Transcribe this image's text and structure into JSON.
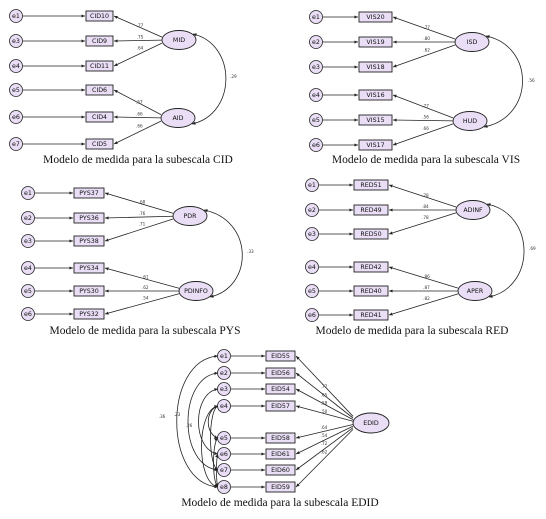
{
  "diagrams": [
    {
      "id": "cid",
      "caption": "Modelo de medida para la subescala CID",
      "latents": [
        {
          "name": "MID",
          "indicators": [
            {
              "error": "e1",
              "item": "CID10",
              "loading": ".77"
            },
            {
              "error": "e3",
              "item": "CID9",
              "loading": ".75"
            },
            {
              "error": "e4",
              "item": "CID11",
              "loading": ".64"
            }
          ]
        },
        {
          "name": "AID",
          "indicators": [
            {
              "error": "e5",
              "item": "CID6",
              "loading": ".57"
            },
            {
              "error": "e6",
              "item": "CID4",
              "loading": ".66"
            },
            {
              "error": "e7",
              "item": "CID5",
              "loading": ".66"
            }
          ]
        }
      ],
      "correlation": ".29"
    },
    {
      "id": "vis",
      "caption": "Modelo de medida para la subescala VIS",
      "latents": [
        {
          "name": "ISD",
          "indicators": [
            {
              "error": "e1",
              "item": "VIS20",
              "loading": ".77"
            },
            {
              "error": "e2",
              "item": "VIS19",
              "loading": ".80"
            },
            {
              "error": "e3",
              "item": "VIS18",
              "loading": ".62"
            }
          ]
        },
        {
          "name": "HUD",
          "indicators": [
            {
              "error": "e4",
              "item": "VIS16",
              "loading": ".77"
            },
            {
              "error": "e5",
              "item": "VIS15",
              "loading": ".56"
            },
            {
              "error": "e6",
              "item": "VIS17",
              "loading": ".66"
            }
          ]
        }
      ],
      "correlation": ".56"
    },
    {
      "id": "pys",
      "caption": "Modelo de medida para la subescala PYS",
      "latents": [
        {
          "name": "PDR",
          "indicators": [
            {
              "error": "e1",
              "item": "PYS37",
              "loading": ".68"
            },
            {
              "error": "e2",
              "item": "PYS36",
              "loading": ".76"
            },
            {
              "error": "e3",
              "item": "PYS38",
              "loading": ".71"
            }
          ]
        },
        {
          "name": "PDINFO",
          "indicators": [
            {
              "error": "e4",
              "item": "PYS34",
              "loading": ".61"
            },
            {
              "error": "e5",
              "item": "PYS30",
              "loading": ".62"
            },
            {
              "error": "e6",
              "item": "PYS32",
              "loading": ".54"
            }
          ]
        }
      ],
      "correlation": ".33"
    },
    {
      "id": "red",
      "caption": "Modelo de medida para la subescala RED",
      "latents": [
        {
          "name": "ADINF",
          "indicators": [
            {
              "error": "e1",
              "item": "RED51",
              "loading": ".78"
            },
            {
              "error": "e2",
              "item": "RED49",
              "loading": ".84"
            },
            {
              "error": "e3",
              "item": "RED50",
              "loading": ".78"
            }
          ]
        },
        {
          "name": "APER",
          "indicators": [
            {
              "error": "e4",
              "item": "RED42",
              "loading": ".86"
            },
            {
              "error": "e5",
              "item": "RED40",
              "loading": ".87"
            },
            {
              "error": "e6",
              "item": "RED41",
              "loading": ".82"
            }
          ]
        }
      ],
      "correlation": ".69"
    }
  ],
  "edid": {
    "caption": "Modelo de medida para la subescala EDID",
    "latent": "EDID",
    "indicators": [
      {
        "error": "e1",
        "item": "EID55",
        "loading": ".77"
      },
      {
        "error": "e2",
        "item": "EID56",
        "loading": ".65"
      },
      {
        "error": "e3",
        "item": "EID54",
        "loading": ".58"
      },
      {
        "error": "e4",
        "item": "EID57",
        "loading": ".50"
      },
      {
        "error": "e5",
        "item": "EID58",
        "loading": ".64"
      },
      {
        "error": "e6",
        "item": "EID61",
        "loading": ".54"
      },
      {
        "error": "e7",
        "item": "EID60",
        "loading": ".72"
      },
      {
        "error": "e8",
        "item": "EID59",
        "loading": ".62"
      }
    ],
    "error_correlations": [
      {
        "value": ".36"
      },
      {
        "value": ".23"
      },
      {
        "value": ".26"
      }
    ]
  }
}
